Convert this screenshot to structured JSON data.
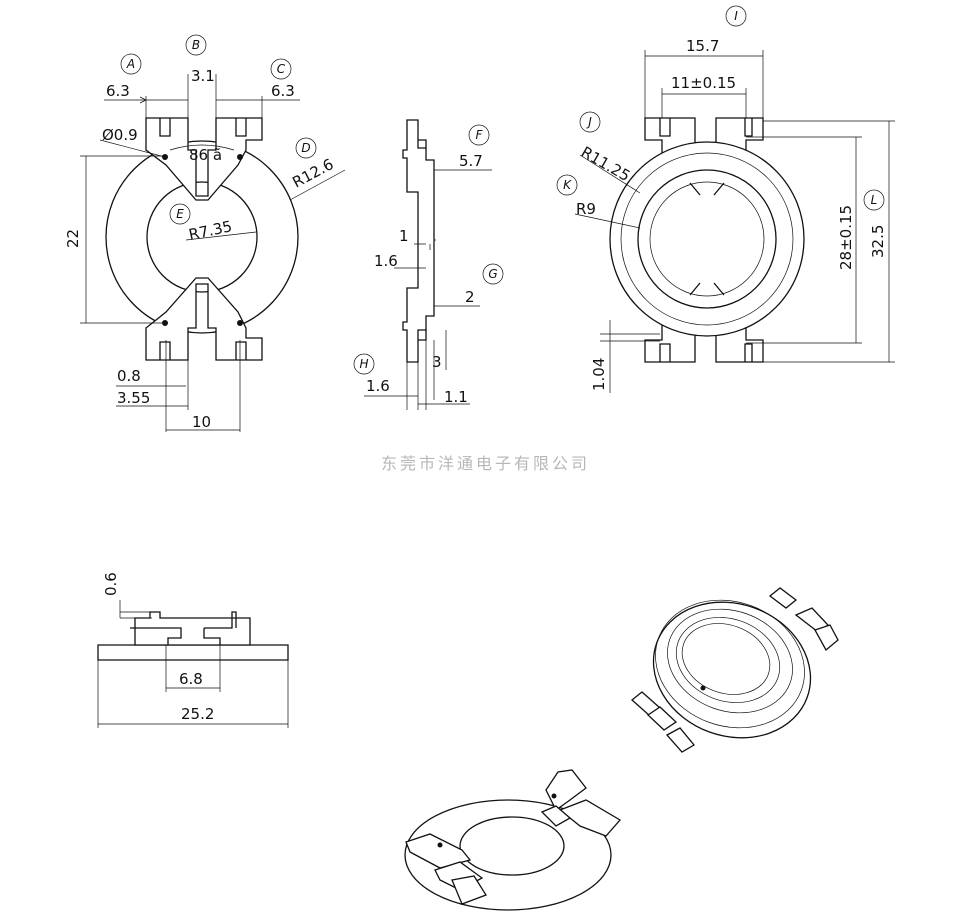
{
  "company_name": "东莞市洋通电子有限公司",
  "circle_labels": {
    "A": "A",
    "B": "B",
    "C": "C",
    "D": "D",
    "E": "E",
    "F": "F",
    "G": "G",
    "H": "H",
    "I": "I",
    "J": "J",
    "K": "K",
    "L": "L"
  },
  "front_view": {
    "dim_a": "6.3",
    "dim_b": "3.1",
    "dim_c": "6.3",
    "dim_hole": "Ø0.9",
    "dim_angle": "86 ã",
    "dim_outer_radius": "R12.6",
    "dim_inner_radius": "R7.35",
    "dim_height": "22",
    "dim_pin_width": "0.8",
    "dim_pin_offset": "3.55",
    "dim_span": "10"
  },
  "side_view": {
    "dim_f": "5.7",
    "dim_1": "1",
    "dim_16": "1.6",
    "dim_g": "2",
    "dim_3": "3",
    "dim_h": "1.6",
    "dim_11": "1.1"
  },
  "right_view": {
    "dim_width": "15.7",
    "dim_inner_width": "11±0.15",
    "dim_r_outer": "R11.25",
    "dim_r_inner": "R9",
    "dim_height_inner": "28±0.15",
    "dim_height_total": "32.5",
    "dim_tab": "1.04"
  },
  "bottom_view": {
    "dim_thickness": "0.6",
    "dim_center": "6.8",
    "dim_total": "25.2"
  }
}
